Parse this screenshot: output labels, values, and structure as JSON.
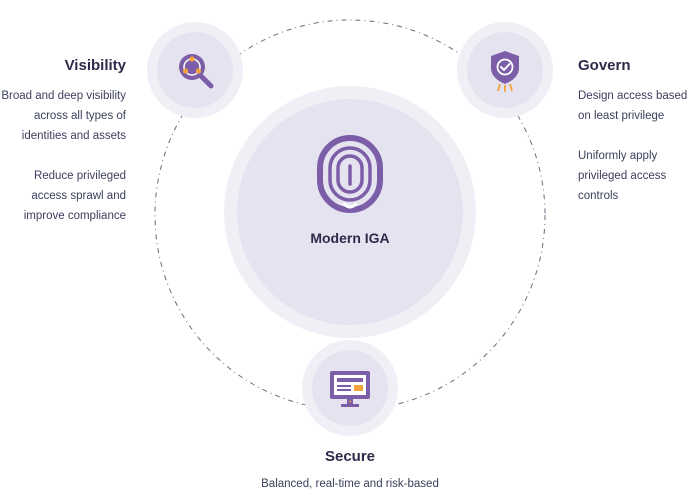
{
  "hub": {
    "label": "Modern IGA",
    "icon": "fingerprint-icon"
  },
  "visibility": {
    "heading": "Visibility",
    "icon": "network-magnifier-icon",
    "paragraphs": [
      "Broad and deep visibility across all types of identities and assets",
      "Reduce privileged access sprawl and improve compliance"
    ]
  },
  "govern": {
    "heading": "Govern",
    "icon": "shield-check-icon",
    "paragraphs": [
      "Design access based on least privilege",
      "Uniformly apply privileged access controls"
    ]
  },
  "secure": {
    "heading": "Secure",
    "icon": "monitor-dashboard-icon",
    "paragraphs": [
      "Balanced, real-time and risk-based"
    ]
  },
  "colors": {
    "accent": "#7b5ea7",
    "orange": "#f2a33a",
    "outer_disc": "#f1eff6",
    "inner_disc": "#e6e3f0",
    "heading": "#2f2a4a",
    "body_text": "#3b3f5c"
  }
}
